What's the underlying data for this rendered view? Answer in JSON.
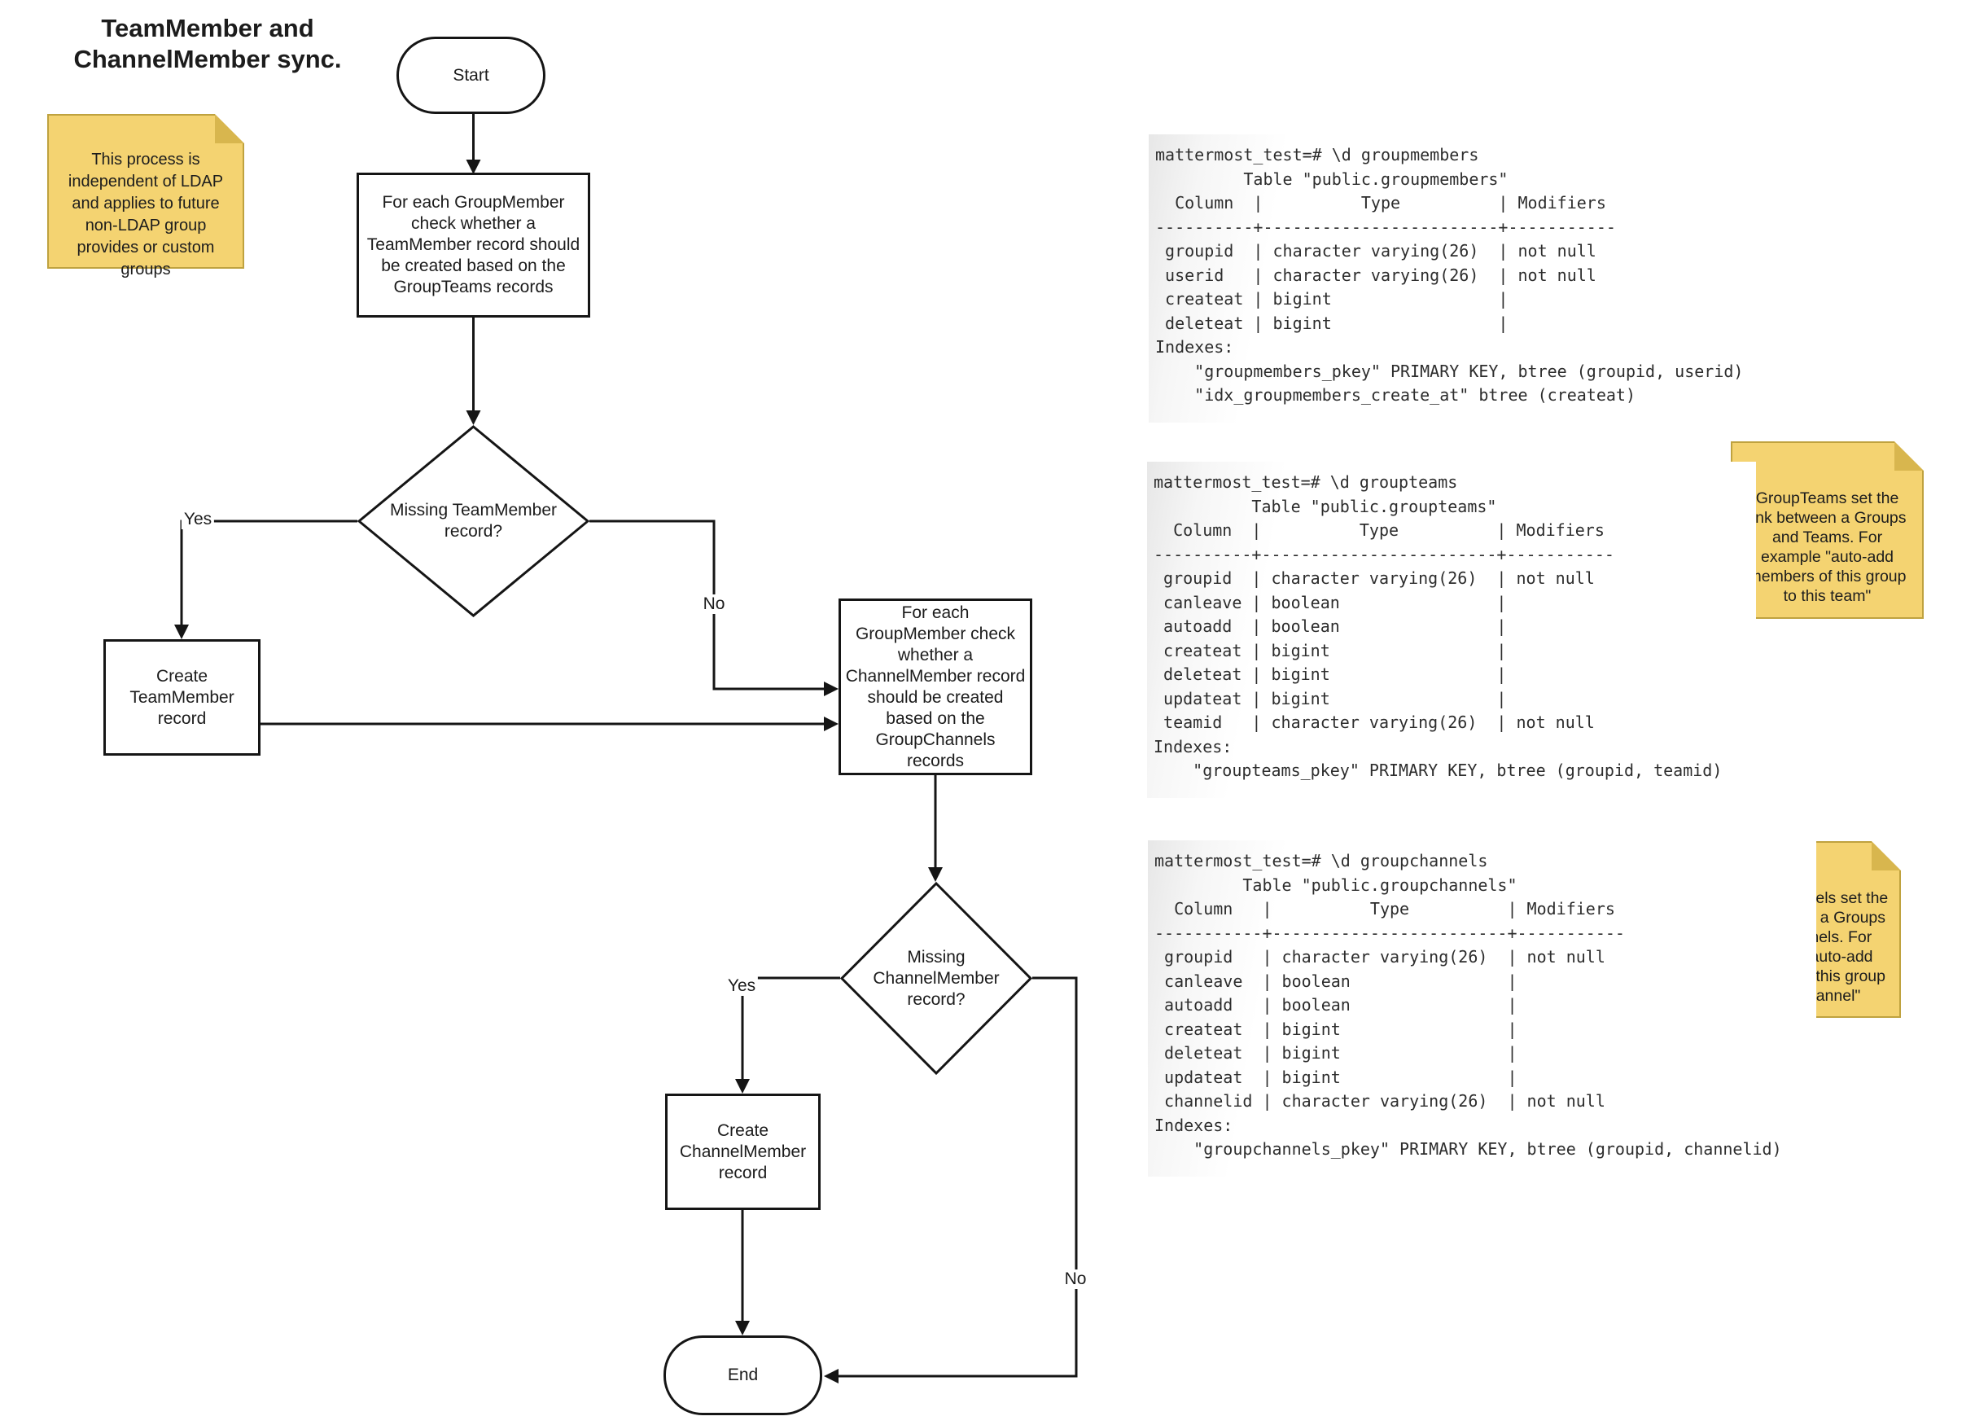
{
  "title": "TeamMember and\nChannelMember sync.",
  "notes": {
    "ldap": "This process is\nindependent of LDAP\nand applies to future\nnon-LDAP group\nprovides or custom\ngroups",
    "groupteams": "GroupTeams set the\nlink between a Groups\nand Teams. For\nexample \"auto-add\nmembers of this group\nto this team\"",
    "groupchannels": "GroupChannels set the\nlink between a Groups\nand Channels. For\nexample \"auto-add\nmembers of this group\nto this channel\""
  },
  "flowchart": {
    "start": "Start",
    "step1": "For each GroupMember\ncheck whether a\nTeamMember record should\nbe created based on the\nGroupTeams records",
    "decision1": "Missing TeamMember\nrecord?",
    "create_team": "Create\nTeamMember\nrecord",
    "step2": "For each\nGroupMember check\nwhether a\nChannelMember record\nshould be created\nbased on the\nGroupChannels\nrecords",
    "decision2": "Missing\nChannelMember\nrecord?",
    "create_channel": "Create\nChannelMember\nrecord",
    "end": "End",
    "labels": {
      "yes1": "Yes",
      "no1": "No",
      "yes2": "Yes",
      "no2": "No"
    }
  },
  "code_blocks": {
    "groupmembers": "mattermost_test=# \\d groupmembers\n         Table \"public.groupmembers\"\n  Column  |          Type          | Modifiers \n----------+------------------------+-----------\n groupid  | character varying(26)  | not null\n userid   | character varying(26)  | not null\n createat | bigint                 | \n deleteat | bigint                 | \nIndexes:\n    \"groupmembers_pkey\" PRIMARY KEY, btree (groupid, userid)\n    \"idx_groupmembers_create_at\" btree (createat)",
    "groupteams": "mattermost_test=# \\d groupteams\n          Table \"public.groupteams\"\n  Column  |          Type          | Modifiers \n----------+------------------------+-----------\n groupid  | character varying(26)  | not null\n canleave | boolean                | \n autoadd  | boolean                | \n createat | bigint                 | \n deleteat | bigint                 | \n updateat | bigint                 | \n teamid   | character varying(26)  | not null\nIndexes:\n    \"groupteams_pkey\" PRIMARY KEY, btree (groupid, teamid)",
    "groupchannels": "mattermost_test=# \\d groupchannels\n         Table \"public.groupchannels\"\n  Column   |          Type          | Modifiers \n-----------+------------------------+-----------\n groupid   | character varying(26)  | not null\n canleave  | boolean                | \n autoadd   | boolean                | \n createat  | bigint                 | \n deleteat  | bigint                 | \n updateat  | bigint                 | \n channelid | character varying(26)  | not null\nIndexes:\n    \"groupchannels_pkey\" PRIMARY KEY, btree (groupid, channelid)"
  },
  "colors": {
    "note_bg": "#f4d371",
    "note_border": "#bfa23f",
    "note_fold": "#d8b64e",
    "line": "#151515",
    "code_text": "#2d2d2d"
  }
}
